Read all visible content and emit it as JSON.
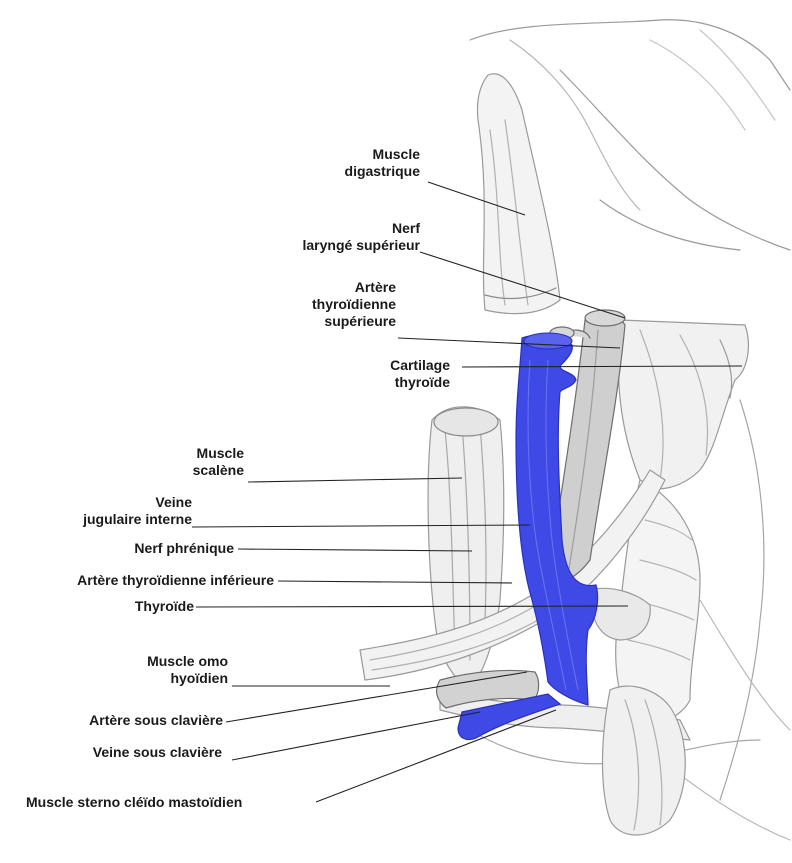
{
  "colors": {
    "vein": "#3f49e6",
    "vein_dark": "#2a31b8",
    "sketch": "#9a9a9a",
    "sketch_dark": "#5c5c5c",
    "leader": "#222222",
    "label_text": "#1a1a1a"
  },
  "labels": {
    "digastric": [
      "Muscle",
      "digastrique"
    ],
    "superior_laryngeal_nerve": [
      "Nerf",
      "laryngé supérieur"
    ],
    "superior_thyroid_artery": [
      "Artère",
      "thyroïdienne",
      "supérieure"
    ],
    "thyroid_cartilage": [
      "Cartilage",
      "thyroïde"
    ],
    "scalene": [
      "Muscle",
      "scalène"
    ],
    "internal_jugular_vein": [
      "Veine",
      "jugulaire interne"
    ],
    "phrenic_nerve": [
      "Nerf phrénique"
    ],
    "inferior_thyroid_artery": [
      "Artère thyroïdienne inférieure"
    ],
    "thyroid": [
      "Thyroïde"
    ],
    "omohyoid": [
      "Muscle omo",
      "hyoïdien"
    ],
    "subclavian_artery": [
      "Artère sous clavière"
    ],
    "subclavian_vein": [
      "Veine sous clavière"
    ],
    "sternocleidomastoid": [
      "Muscle sterno cléïdo mastoïdien"
    ]
  }
}
